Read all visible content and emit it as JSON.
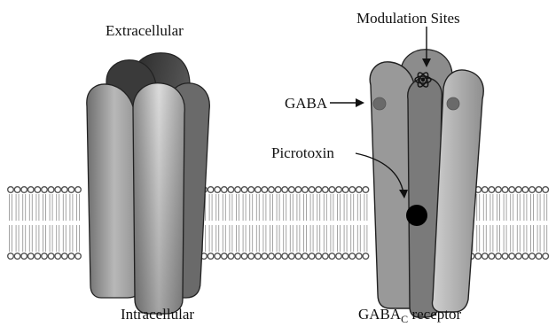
{
  "labels": {
    "extracellular": "Extracellular",
    "intracellular": "Intracellular",
    "modulation_sites": "Modulation Sites",
    "gaba": "GABA",
    "picrotoxin": "Picrotoxin",
    "receptor_main": "GABA",
    "receptor_sub": "C",
    "receptor_suffix": " receptor"
  },
  "colors": {
    "membrane_head": "#555555",
    "membrane_tail": "#9a9a9a",
    "binding_site": "#6a6a6a",
    "picrotoxin_site": "#000000"
  }
}
